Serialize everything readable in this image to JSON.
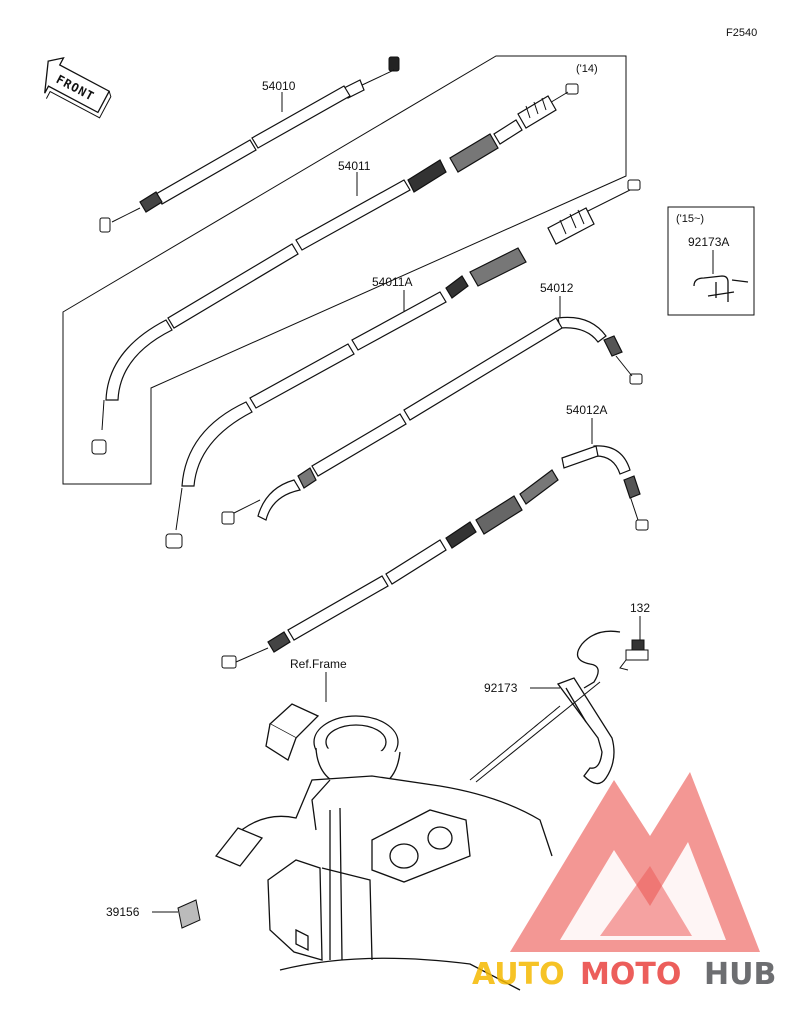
{
  "figure_code": "F2540",
  "front_label": "FRONT",
  "parts": {
    "p54010": "54010",
    "p54011": "54011",
    "p54011A": "54011A",
    "p54012": "54012",
    "p54012A": "54012A",
    "p92173A": "92173A",
    "p92173": "92173",
    "p132": "132",
    "p39156": "39156"
  },
  "notes": {
    "y14": "('14)",
    "y15": "('15~)",
    "ref_frame": "Ref.Frame"
  },
  "watermark": {
    "auto": "AUTO",
    "moto": "MOTO",
    "hub": "HUB",
    "colors": {
      "auto": "#f5b800",
      "moto": "#e9423e",
      "hub": "#6d6e71",
      "logo": "#e9423e"
    }
  }
}
